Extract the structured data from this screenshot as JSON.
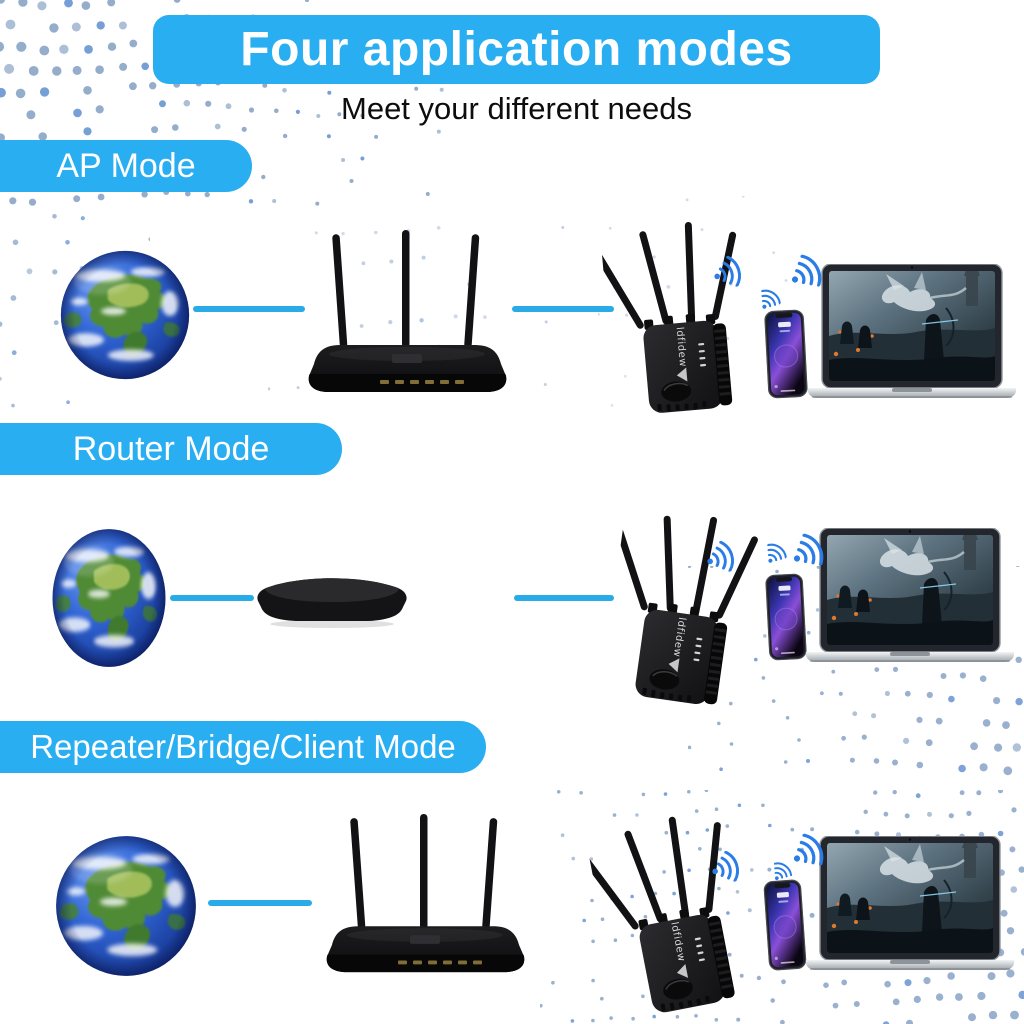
{
  "header": {
    "title": "Four application modes",
    "subtitle": "Meet your different needs"
  },
  "modes": [
    {
      "label": "AP Mode"
    },
    {
      "label": "Router Mode"
    },
    {
      "label": "Repeater/Bridge/Client Mode"
    }
  ],
  "device_brand": {
    "repeater_label": "ldfidew"
  },
  "icons": {
    "wifi": "wifi-signal-icon",
    "globe": "internet-globe",
    "router": "router-3-antenna",
    "modem": "modem-device",
    "repeater": "wifi-repeater-4-antenna",
    "phone": "smartphone",
    "laptop": "laptop"
  },
  "colors": {
    "banner_blue": "#29aef2",
    "line_blue": "#29abe8",
    "wifi_blue": "#2a7de6",
    "dot_gray_blue": "#8fa9c9",
    "dot_accent_blue": "#6f9ad4"
  }
}
